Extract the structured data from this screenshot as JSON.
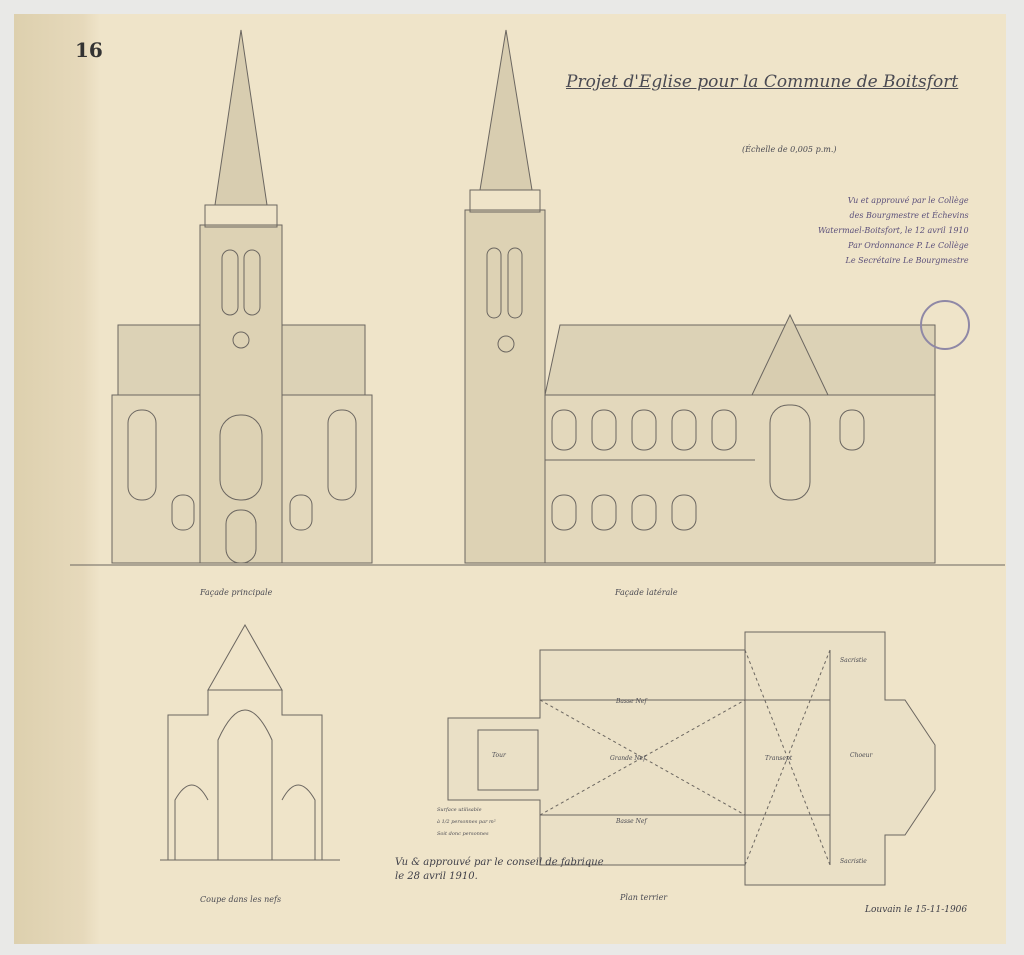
{
  "sheet_number": "16",
  "title": "Projet d'Eglise pour la Commune de Boitsfort",
  "scale": "(Échelle de 0,005 p.m.)",
  "approval": [
    "Vu et approuvé par le Collège",
    "des Bourgmestre et Échevins",
    "Watermael-Boitsfort, le 12 avril 1910",
    "Par Ordonnance    P. Le Collège",
    "Le Secrétaire    Le Bourgmestre"
  ],
  "captions": {
    "front": "Façade principale",
    "side": "Façade latérale",
    "section": "Coupe dans les nefs",
    "plan": "Plan terrier"
  },
  "plan_labels": [
    "Tour",
    "Grande Nef",
    "Basse Nef",
    "Basse Nef",
    "Transept",
    "Choeur",
    "Sacristie",
    "Sacristie"
  ],
  "plan_notes": [
    "Surface utilisable",
    "à 1/2 personnes par m²",
    "Soit donc    personnes"
  ],
  "fabrique_approval": [
    "Vu & approuvé par le conseil de fabrique",
    "le 28 avril 1910."
  ],
  "signature_date": "Louvain le 15-11-1906"
}
